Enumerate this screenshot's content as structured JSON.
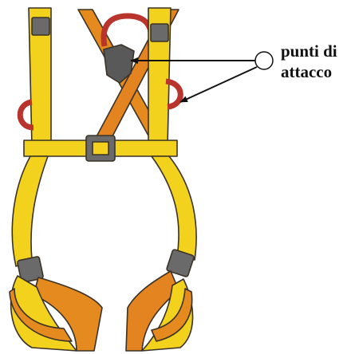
{
  "callout": {
    "line1": "punti di",
    "line2": "attacco"
  },
  "icons": {
    "harness": "safety-harness-illustration",
    "callout_circle": "callout-circle-icon"
  },
  "colors": {
    "strap_yellow": "#f2d21c",
    "strap_orange": "#e58a1e",
    "ring_red": "#b8342d",
    "buckle_gray": "#6a6a6a",
    "outline": "#3a3226",
    "arrow": "#111111"
  }
}
